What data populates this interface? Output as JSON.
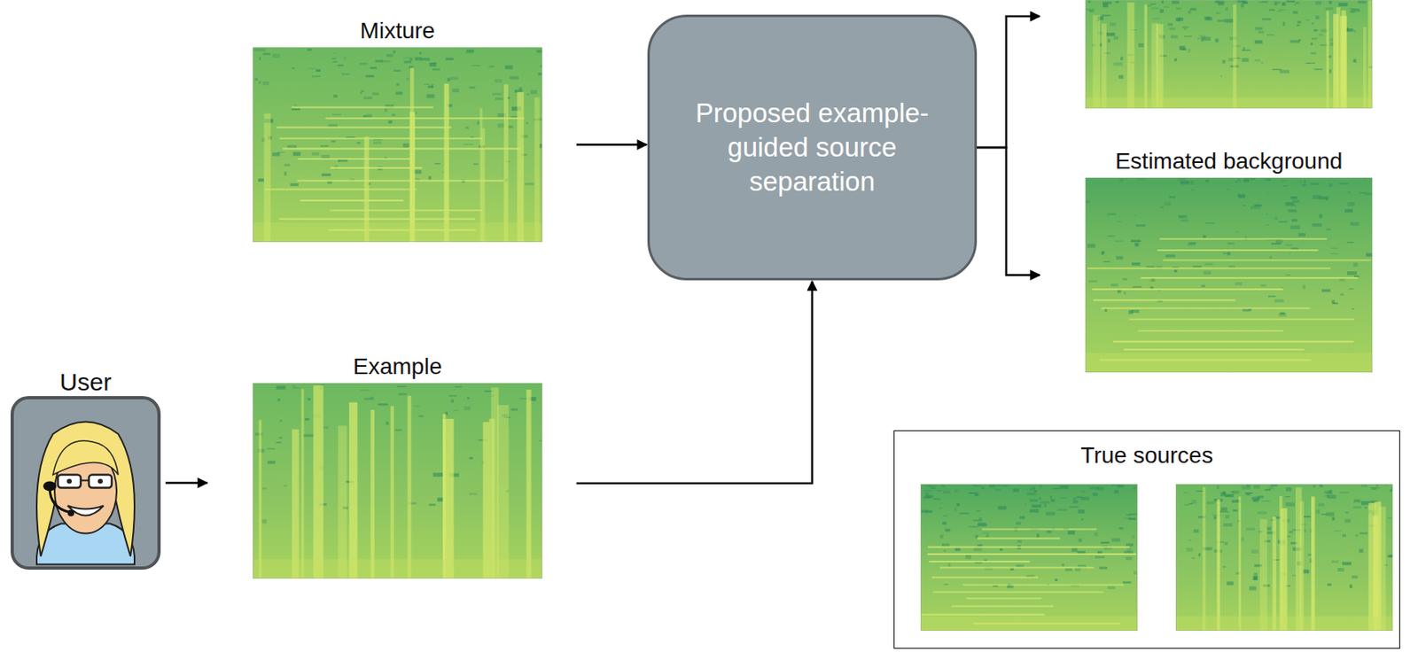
{
  "diagram": {
    "nodes": [
      {
        "text": [
          "Mixture"
        ]
      },
      {
        "text": [
          "Proposed example-guided source separation"
        ]
      },
      {
        "text": []
      },
      {
        "text": [
          "Estimated background"
        ]
      },
      {
        "text": [
          "User"
        ]
      },
      {
        "text": [
          "Example"
        ]
      },
      {
        "text": [
          "True sources"
        ]
      }
    ],
    "edges": [
      {
        "from": 0,
        "to": 1,
        "arrow": "to"
      },
      {
        "from": 4,
        "to": 5,
        "arrow": "to"
      },
      {
        "from": 5,
        "to": 1,
        "arrow": "to"
      },
      {
        "from": 1,
        "to": 2,
        "arrow": "to"
      },
      {
        "from": 1,
        "to": 3,
        "arrow": "to"
      }
    ]
  }
}
